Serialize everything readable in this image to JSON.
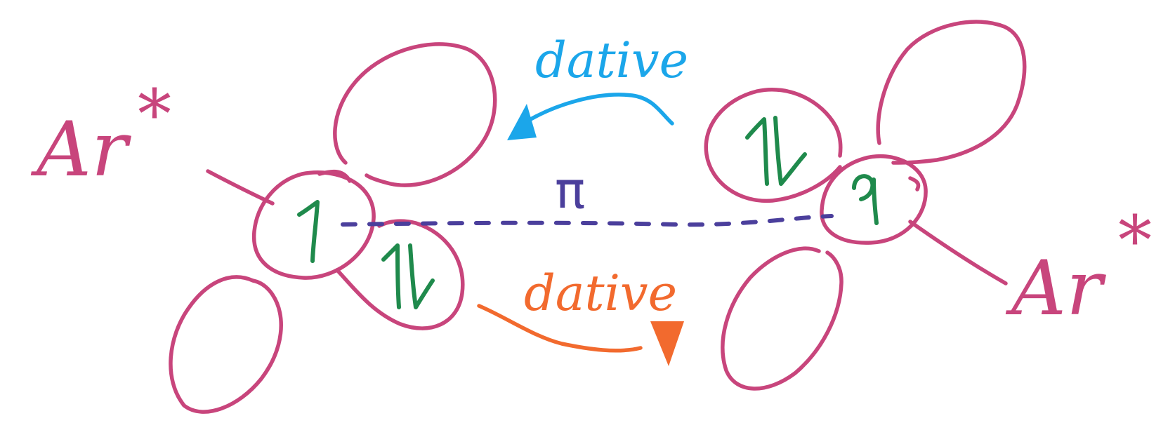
{
  "colors": {
    "orbital": "#c8457c",
    "electron": "#1f8a4c",
    "pi_bond": "#4b3f9c",
    "dative_top": "#1ba6ea",
    "dative_bottom": "#f26a2e"
  },
  "labels": {
    "left_substituent": "Ar",
    "left_star": "*",
    "right_substituent": "Ar",
    "right_star": "*",
    "pi_bond": "π",
    "dative_top": "dative",
    "dative_bottom": "dative"
  },
  "electrons": {
    "left_center": "1",
    "left_lone_pair": "1l",
    "right_lone_pair": "1l",
    "right_center": "1"
  }
}
